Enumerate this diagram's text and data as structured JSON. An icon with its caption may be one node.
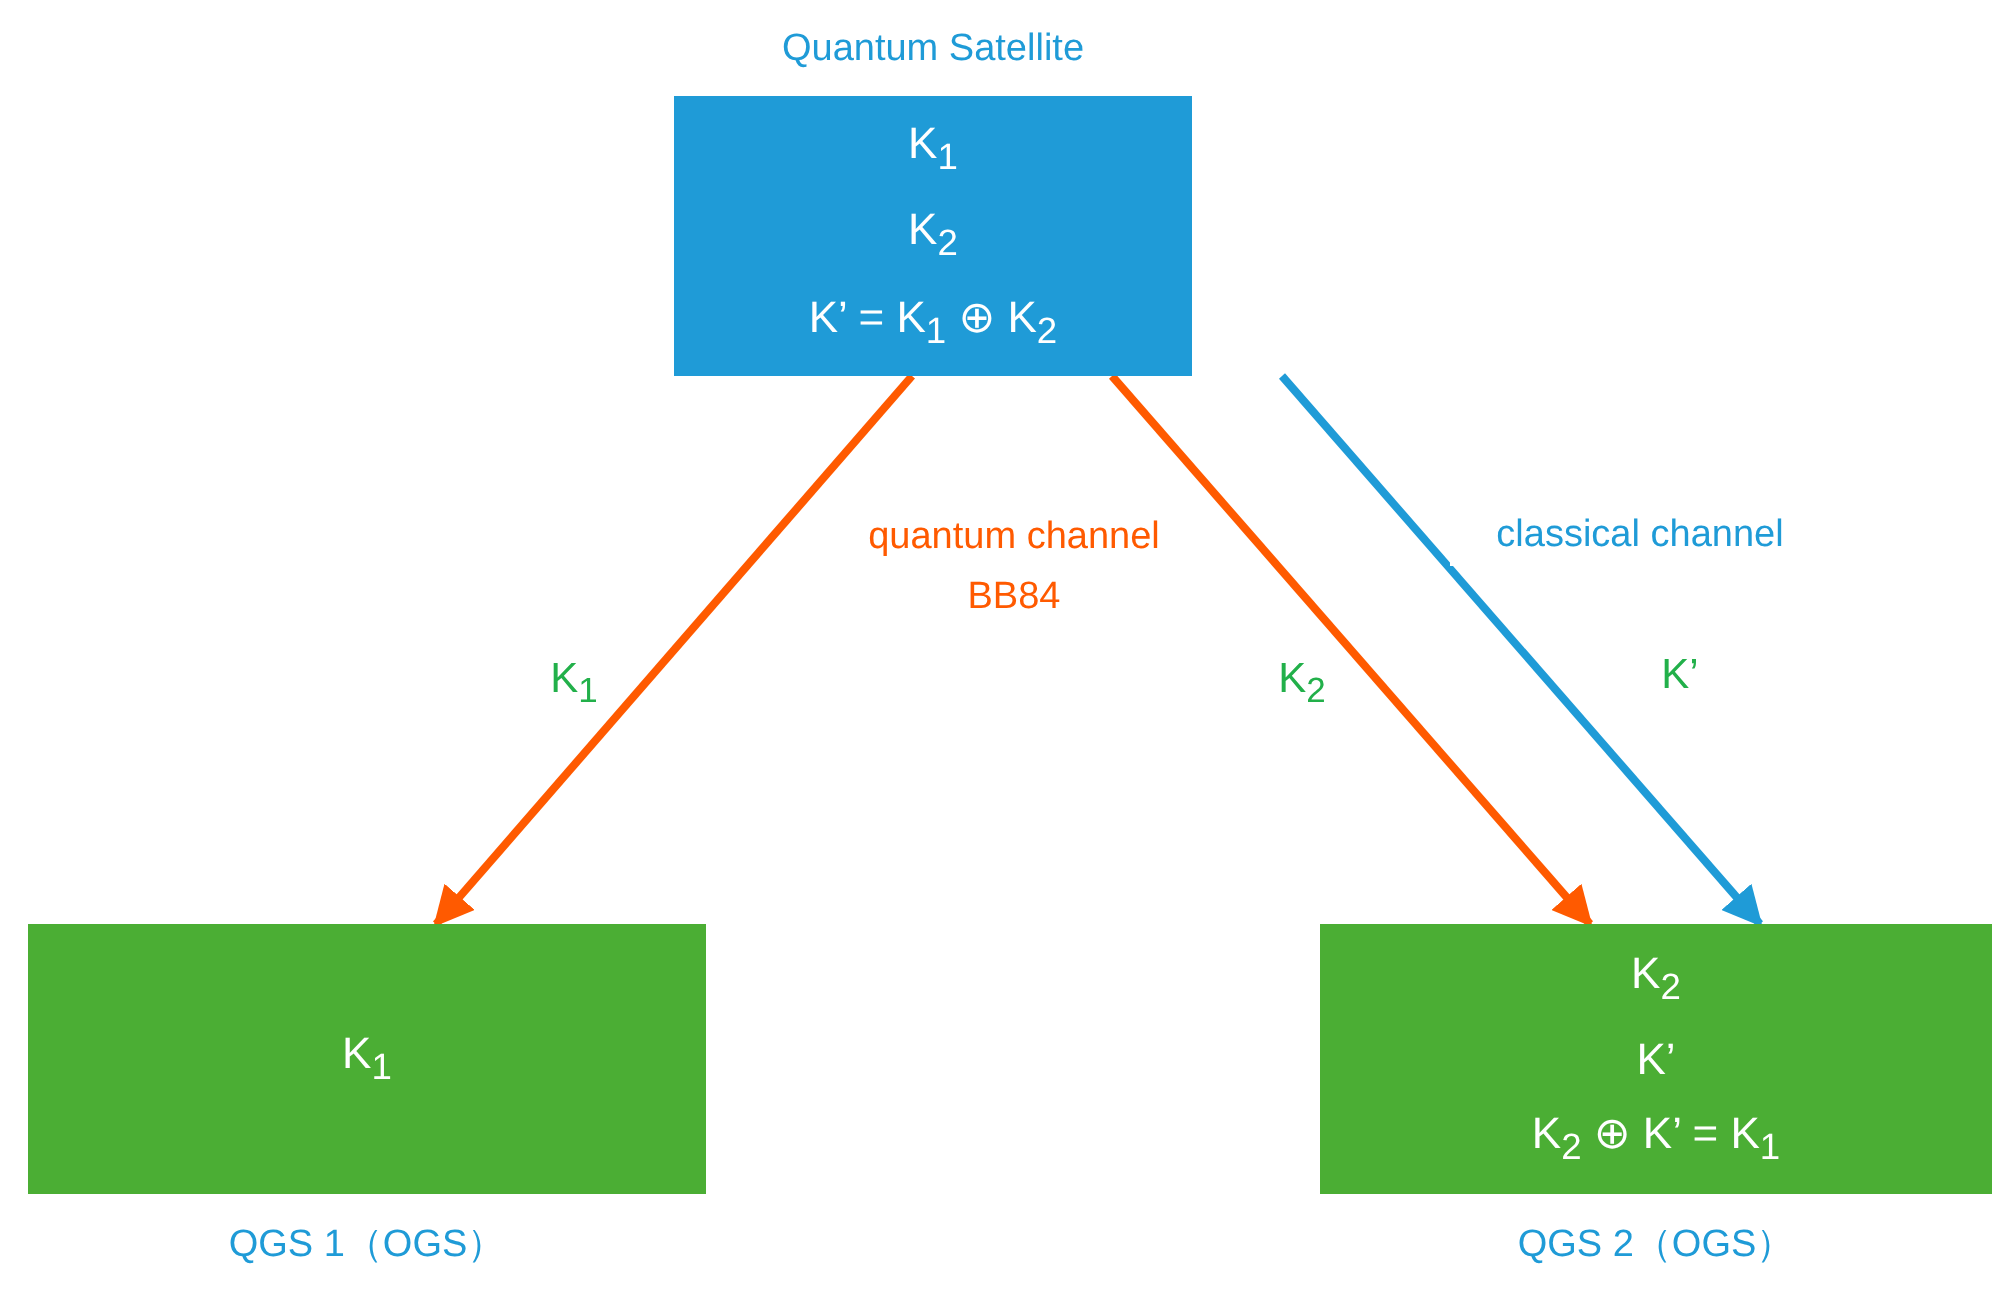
{
  "diagram": {
    "nodes": [
      {
        "text": [
          "Quantum Satellite",
          "K$_{1}$",
          "K$_{2}$",
          "K’ = K$_{1}$ ⊕ K$_{2}$"
        ]
      },
      {
        "text": [
          "K$_{1}$",
          "QGS 1（OGS）"
        ]
      },
      {
        "text": [
          "K$_{2}$",
          "K’",
          "K$_{2}$ ⊕ K’ = K$_{1}$",
          "QGS 2（OGS）"
        ]
      }
    ],
    "edges": [
      {
        "from": 0,
        "to": 1,
        "arrow": "to",
        "label": "K$_{1}$"
      },
      {
        "from": 0,
        "to": 2,
        "arrow": "to",
        "label": "K$_{2}$"
      },
      {
        "from": 0,
        "to": 2,
        "arrow": "to",
        "label": "K’",
        "color": "#1f9bd7"
      }
    ],
    "labels": [
      "quantum channel BB84",
      "classical channel"
    ]
  }
}
